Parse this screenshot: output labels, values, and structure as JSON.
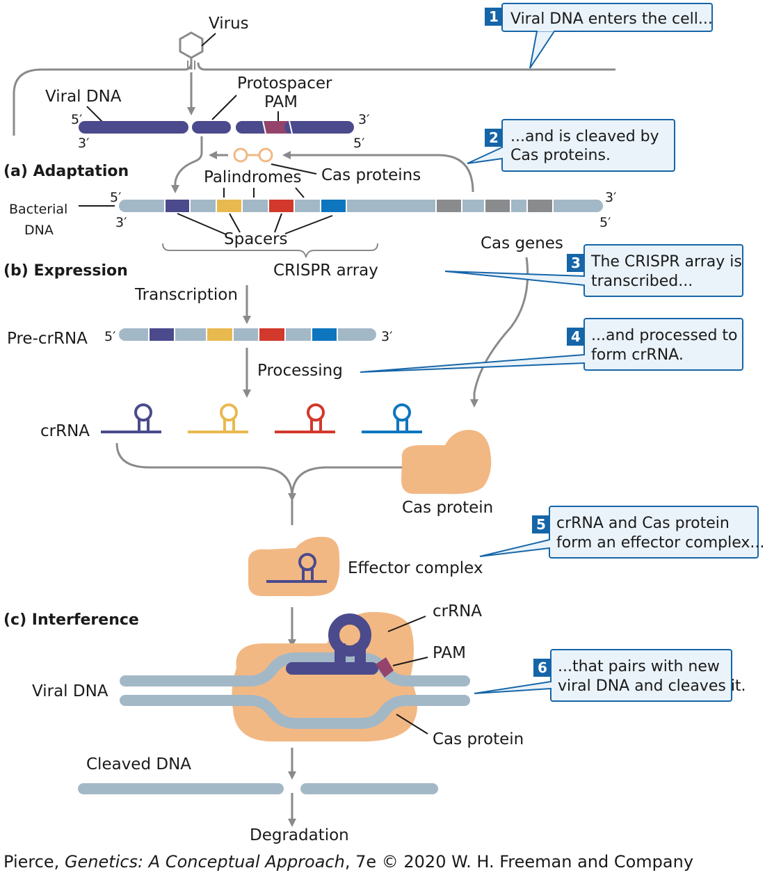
{
  "colors": {
    "strand": "#a3b8c6",
    "viral": "#4b4a8c",
    "pam": "#94436b",
    "yellow": "#e8b94f",
    "red": "#d2382b",
    "blue": "#0e76bf",
    "gray": "#8a8b8d",
    "cas": "#f2b884",
    "arrow": "#8a8a8a",
    "callout_fill": "#eaf3fa",
    "callout_border": "#1565a8",
    "badge": "#1565a8"
  },
  "labels": {
    "virus": "Virus",
    "viral_dna_top": "Viral DNA",
    "protospacer": "Protospacer",
    "pam_top": "PAM",
    "five_prime": "5′",
    "three_prime": "3′",
    "cas_proteins": "Cas proteins",
    "palindromes": "Palindromes",
    "bacterial_dna_1": "Bacterial",
    "bacterial_dna_2": "DNA",
    "spacers": "Spacers",
    "crispr_array": "CRISPR array",
    "cas_genes": "Cas genes",
    "transcription": "Transcription",
    "pre_crrna": "Pre-crRNA",
    "processing": "Processing",
    "crrna": "crRNA",
    "cas_protein": "Cas protein",
    "effector_complex": "Effector complex",
    "crrna_right": "crRNA",
    "pam_right": "PAM",
    "viral_dna_bottom": "Viral DNA",
    "cas_protein_bottom": "Cas protein",
    "cleaved_dna": "Cleaved DNA",
    "degradation": "Degradation"
  },
  "sections": {
    "adaptation": "(a) Adaptation",
    "expression": "(b) Expression",
    "interference": "(c) Interference"
  },
  "callouts": [
    {
      "num": "1",
      "line1": "Viral DNA enters the cell...",
      "line2": ""
    },
    {
      "num": "2",
      "line1": "...and is cleaved by",
      "line2": "Cas proteins."
    },
    {
      "num": "3",
      "line1": "The CRISPR array is",
      "line2": "transcribed..."
    },
    {
      "num": "4",
      "line1": "...and processed to",
      "line2": "form crRNA."
    },
    {
      "num": "5",
      "line1": "crRNA and Cas protein",
      "line2": "form an effector complex..."
    },
    {
      "num": "6",
      "line1": "...that pairs with new",
      "line2": "viral DNA and cleaves it."
    }
  ],
  "credit": {
    "prefix": "Pierce, ",
    "title": "Genetics: A Conceptual Approach",
    "suffix": ", 7e © 2020 W. H. Freeman and Company"
  }
}
